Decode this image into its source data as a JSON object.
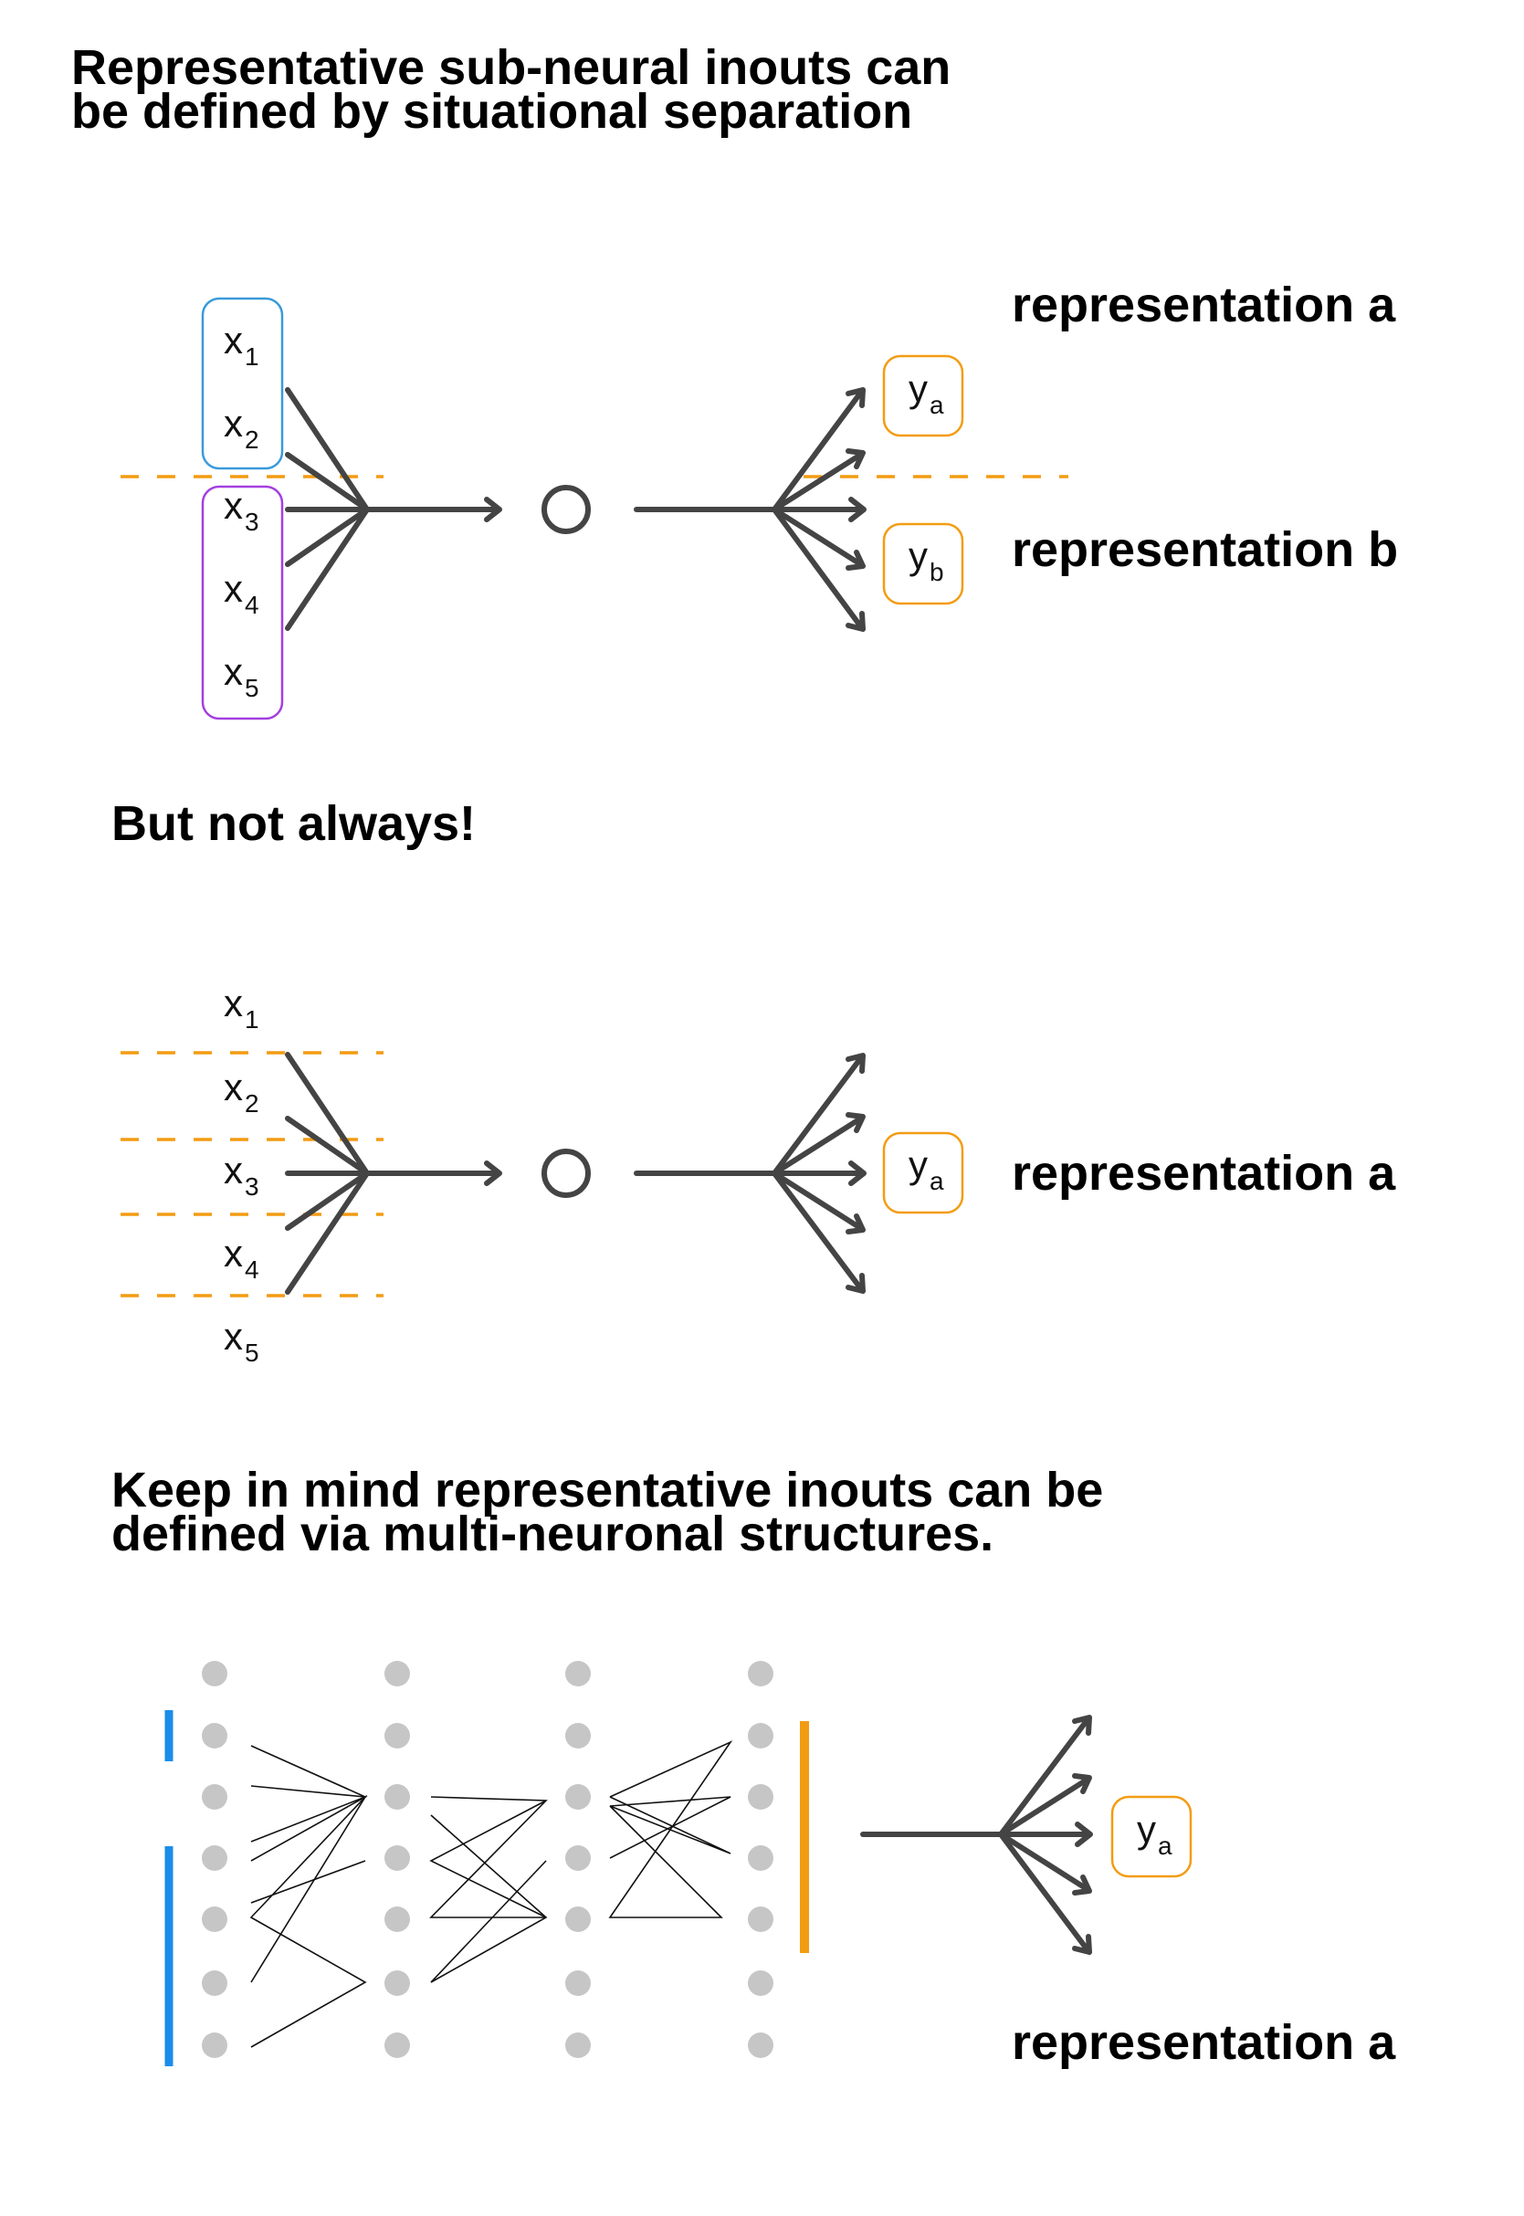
{
  "headings": {
    "h1_line1": "Representative sub-neural inouts can",
    "h1_line2": "be defined by situational separation",
    "h2": "But not always!",
    "h3_line1": "Keep in mind representative inouts can be",
    "h3_line2": "defined via multi-neuronal structures."
  },
  "inputs": [
    {
      "base": "x",
      "sub": "1"
    },
    {
      "base": "x",
      "sub": "2"
    },
    {
      "base": "x",
      "sub": "3"
    },
    {
      "base": "x",
      "sub": "4"
    },
    {
      "base": "x",
      "sub": "5"
    }
  ],
  "outputs": {
    "ya": {
      "base": "y",
      "sub": "a"
    },
    "yb": {
      "base": "y",
      "sub": "b"
    }
  },
  "labels": {
    "rep_a": "representation a",
    "rep_b": "representation b"
  },
  "colors": {
    "group_top": "#3a9ad9",
    "group_bottom": "#a43fe0",
    "output_box": "#f39c12",
    "separator": "#f39c12",
    "bar_blue": "#1a8de9",
    "bar_orange": "#f39c12",
    "node": "#c6c6c6",
    "arrow": "#444444"
  }
}
